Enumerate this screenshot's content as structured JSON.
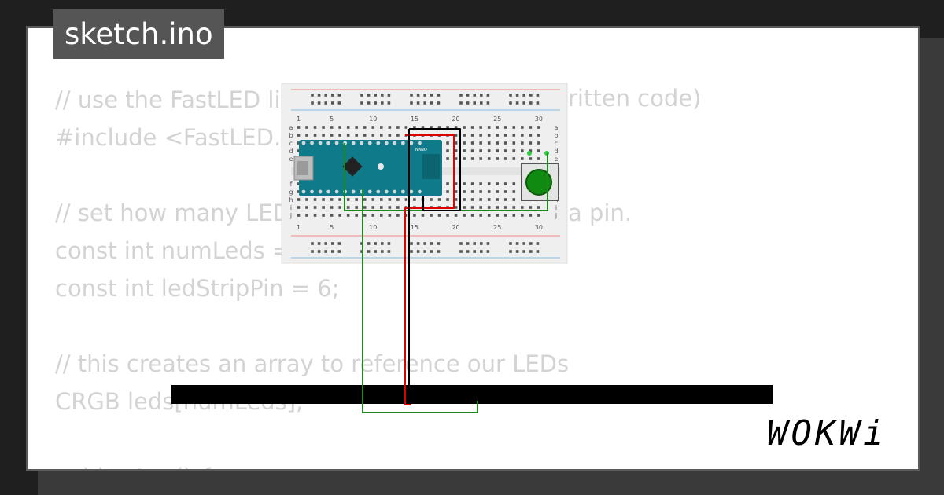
{
  "header": {
    "filename": "sketch.ino"
  },
  "code_lines": [
    "// use the FastLED library (",
    "#include <FastLED.h>",
    "",
    "// set how many LEDs",
    "const int numLeds = 12;",
    "const int ledStripPin = 6;",
    "",
    "// this creates an array to reference our LEDs",
    "CRGB leds[numLeds];",
    "",
    "void setup() {"
  ],
  "code_overlay_fragments": {
    "line1_tail": "ritten code)",
    "line4_tail": "a pin."
  },
  "breadboard": {
    "column_numbers": [
      "5",
      "10",
      "15",
      "20",
      "25",
      "30"
    ],
    "row_letters_top": [
      "a",
      "b",
      "c",
      "d",
      "e"
    ],
    "row_letters_bottom": [
      "f",
      "g",
      "h",
      "i",
      "j"
    ]
  },
  "arduino": {
    "label": "NANO"
  },
  "button": {
    "color": "#108a10"
  },
  "wires": {
    "green": "#1a8a1a",
    "red": "#e00000",
    "black": "#000000"
  },
  "brand": {
    "logo": "WOKWi"
  },
  "colors": {
    "background": "#1f1f1f",
    "card": "#ffffff",
    "code_text": "#d3d3d3",
    "tab": "#555555"
  }
}
